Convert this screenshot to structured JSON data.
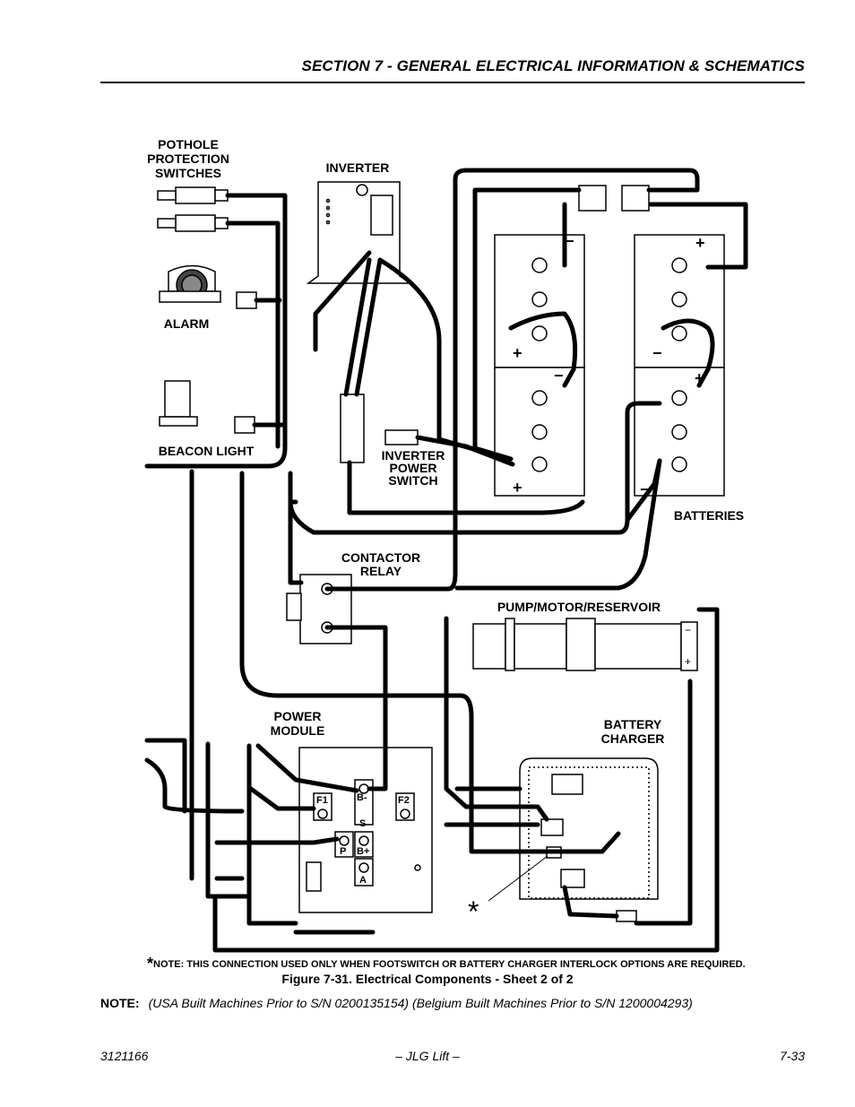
{
  "header": {
    "section_title": "SECTION 7 - GENERAL ELECTRICAL INFORMATION & SCHEMATICS"
  },
  "labels": {
    "pothole_1": "POTHOLE",
    "pothole_2": "PROTECTION",
    "pothole_3": "SWITCHES",
    "inverter": "INVERTER",
    "alarm": "ALARM",
    "beacon": "BEACON LIGHT",
    "inv_sw_1": "INVERTER",
    "inv_sw_2": "POWER",
    "inv_sw_3": "SWITCH",
    "batteries": "BATTERIES",
    "contactor_1": "CONTACTOR",
    "contactor_2": "RELAY",
    "pump": "PUMP/MOTOR/RESERVOIR",
    "power_1": "POWER",
    "power_2": "MODULE",
    "charger_1": "BATTERY",
    "charger_2": "CHARGER"
  },
  "terminals": {
    "f1": "F1",
    "f2": "F2",
    "bminus": "B-",
    "s": "S",
    "p": "P",
    "bplus": "B+",
    "a": "A",
    "plus": "+",
    "minus": "−",
    "asterisk": "*"
  },
  "footnote": {
    "star": "*",
    "text": "NOTE: THIS CONNECTION USED ONLY WHEN FOOTSWITCH OR BATTERY CHARGER INTERLOCK OPTIONS ARE REQUIRED."
  },
  "figure_caption": "Figure 7-31.  Electrical Components - Sheet 2 of 2",
  "note": {
    "label": "NOTE:",
    "text": "(USA Built Machines Prior to S/N 0200135154) (Belgium Built Machines Prior to S/N 1200004293)"
  },
  "footer": {
    "doc_number": "3121166",
    "center": "– JLG Lift –",
    "page": "7-33"
  }
}
